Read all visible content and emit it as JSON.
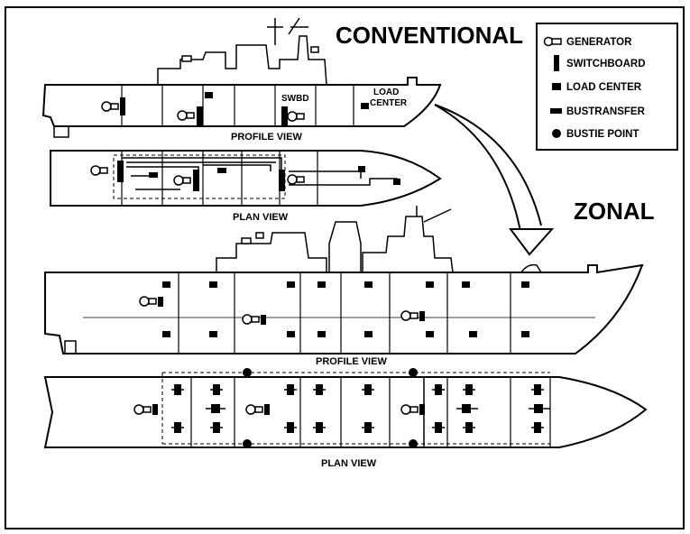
{
  "titles": {
    "conventional": "CONVENTIONAL",
    "zonal": "ZONAL"
  },
  "legend": {
    "items": [
      {
        "label": "GENERATOR",
        "icon": "generator-icon"
      },
      {
        "label": "SWITCHBOARD",
        "icon": "switchboard-icon"
      },
      {
        "label": "LOAD CENTER",
        "icon": "load-center-icon"
      },
      {
        "label": "BUSTRANSFER",
        "icon": "bus-transfer-icon"
      },
      {
        "label": "BUSTIE POINT",
        "icon": "bus-tie-point-icon"
      }
    ]
  },
  "conventional": {
    "profile_label": "PROFILE VIEW",
    "plan_label": "PLAN VIEW",
    "swbd_label": "SWBD",
    "load_label": "LOAD",
    "center_label": "CENTER"
  },
  "zonal": {
    "profile_label": "PROFILE VIEW",
    "plan_label": "PLAN VIEW"
  },
  "colors": {
    "ink": "#000000",
    "background": "#ffffff"
  }
}
